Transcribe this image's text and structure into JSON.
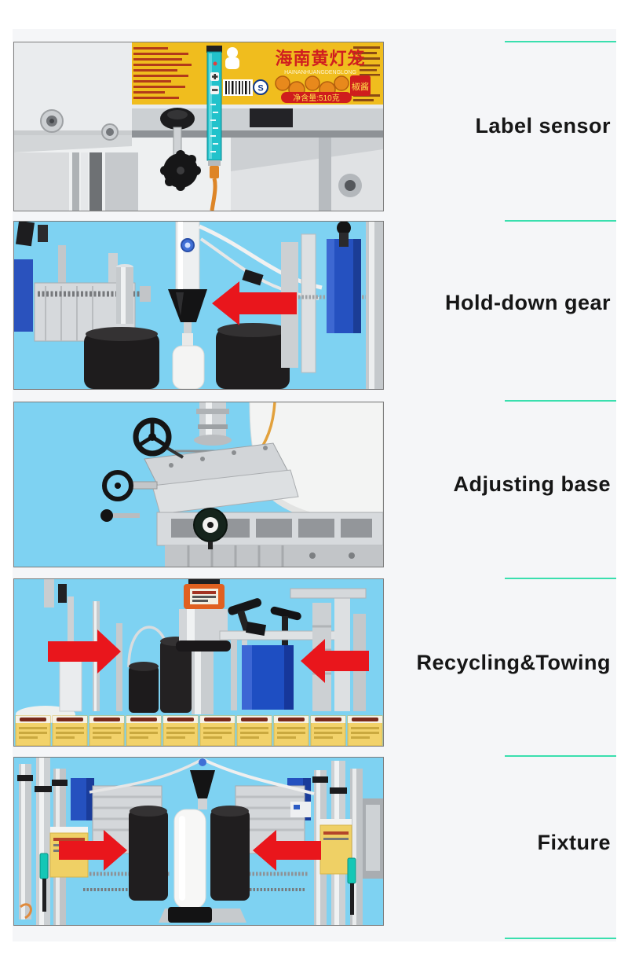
{
  "rows": [
    {
      "label": "Label sensor"
    },
    {
      "label": "Hold-down gear"
    },
    {
      "label": "Adjusting base"
    },
    {
      "label": "Recycling&Towing"
    },
    {
      "label": "Fixture"
    }
  ],
  "photo1": {
    "brand": "海南黄灯笼",
    "brand_sub": "HAINANHUANGDENGLONG",
    "seal": "椒酱",
    "weight": "净含量:510克",
    "cert_mark": "S"
  },
  "colors": {
    "accent_line": "#3adfae",
    "panel_bg": "#f5f6f8",
    "sky_blue": "#7ed2f2",
    "arrow_red": "#e9161c",
    "label_yellow": "#f0bd1e"
  }
}
